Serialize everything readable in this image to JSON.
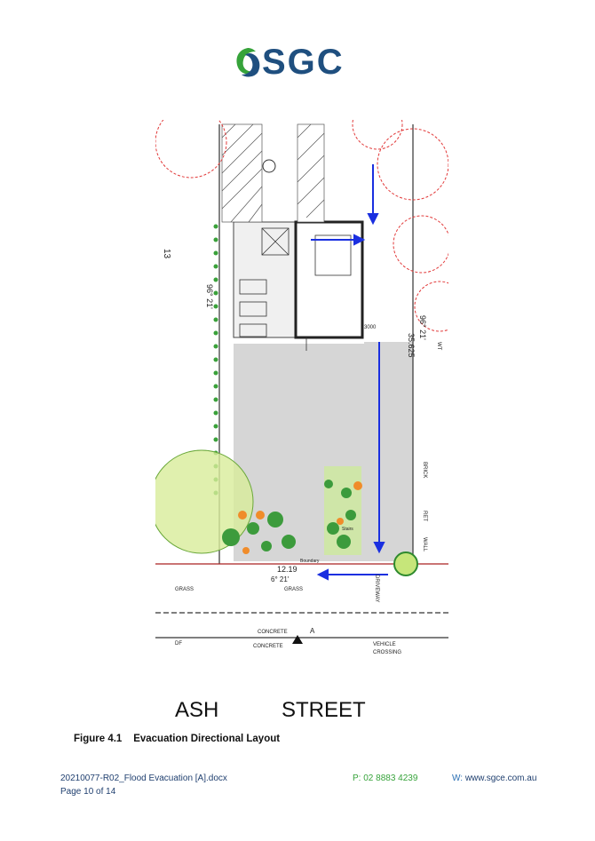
{
  "header": {
    "logo_text": "SGC"
  },
  "plan": {
    "street_left": "ASH",
    "street_right": "STREET",
    "labels": {
      "grass_left": "GRASS",
      "grass_right": "GRASS",
      "concrete_upper": "CONCRETE",
      "concrete_lower": "CONCRETE",
      "vehicle": "VEHICLE",
      "crossing": "CROSSING",
      "df": "DF",
      "dim_bottom": "12.19",
      "angle_bottom": "6° 21'",
      "angle_right": "96° 21'",
      "dim_left": "96° 21'",
      "dim_right": "35.625",
      "lot": "13",
      "driveway": "DRIVEWAY",
      "dim_3000": "3000",
      "brick": "BRICK",
      "ret": "RET",
      "wall": "WALL",
      "wt": "WT",
      "section_mark": "A",
      "stairs": "Stairs",
      "boundary": "Boundary"
    }
  },
  "caption": {
    "label": "Figure 4.1",
    "title": "Evacuation Directional Layout"
  },
  "footer": {
    "doc": "20210077-R02_Flood Evacuation [A].docx",
    "page": "Page 10 of 14",
    "phone_prefix": "P:",
    "phone": "02 8883 4239",
    "web_prefix": "W:",
    "web": "www.sgce.com.au"
  },
  "colors": {
    "brand_blue": "#1f4f7f",
    "brand_green": "#36a33a",
    "arrow_blue": "#1a2fe0",
    "flood_red": "#e23a3a"
  }
}
